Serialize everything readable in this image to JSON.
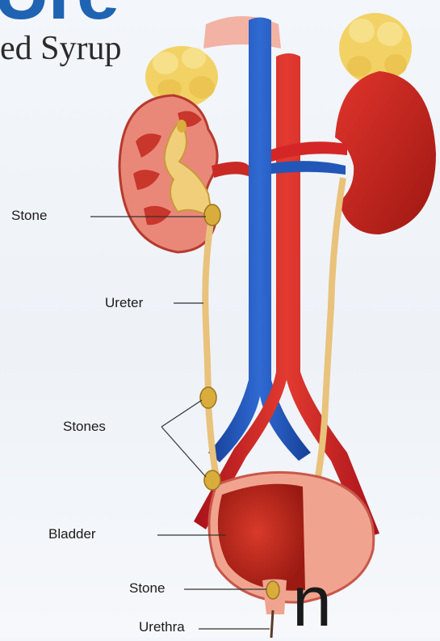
{
  "header": {
    "title_fragment": "Ure",
    "subtitle_fragment": "ed Syrup"
  },
  "footer": {
    "fragment": "n"
  },
  "labels": {
    "stone_kidney": "Stone",
    "ureter": "Ureter",
    "stones": "Stones",
    "bladder": "Bladder",
    "stone_urethra": "Stone",
    "urethra": "Urethra"
  },
  "colors": {
    "heading_blue": "#1f63b3",
    "vein_blue": "#2257b8",
    "artery_red": "#d42626",
    "kidney_red": "#b8201c",
    "adrenal_yellow": "#f2d264",
    "stone_gold": "#d9ad3c"
  }
}
